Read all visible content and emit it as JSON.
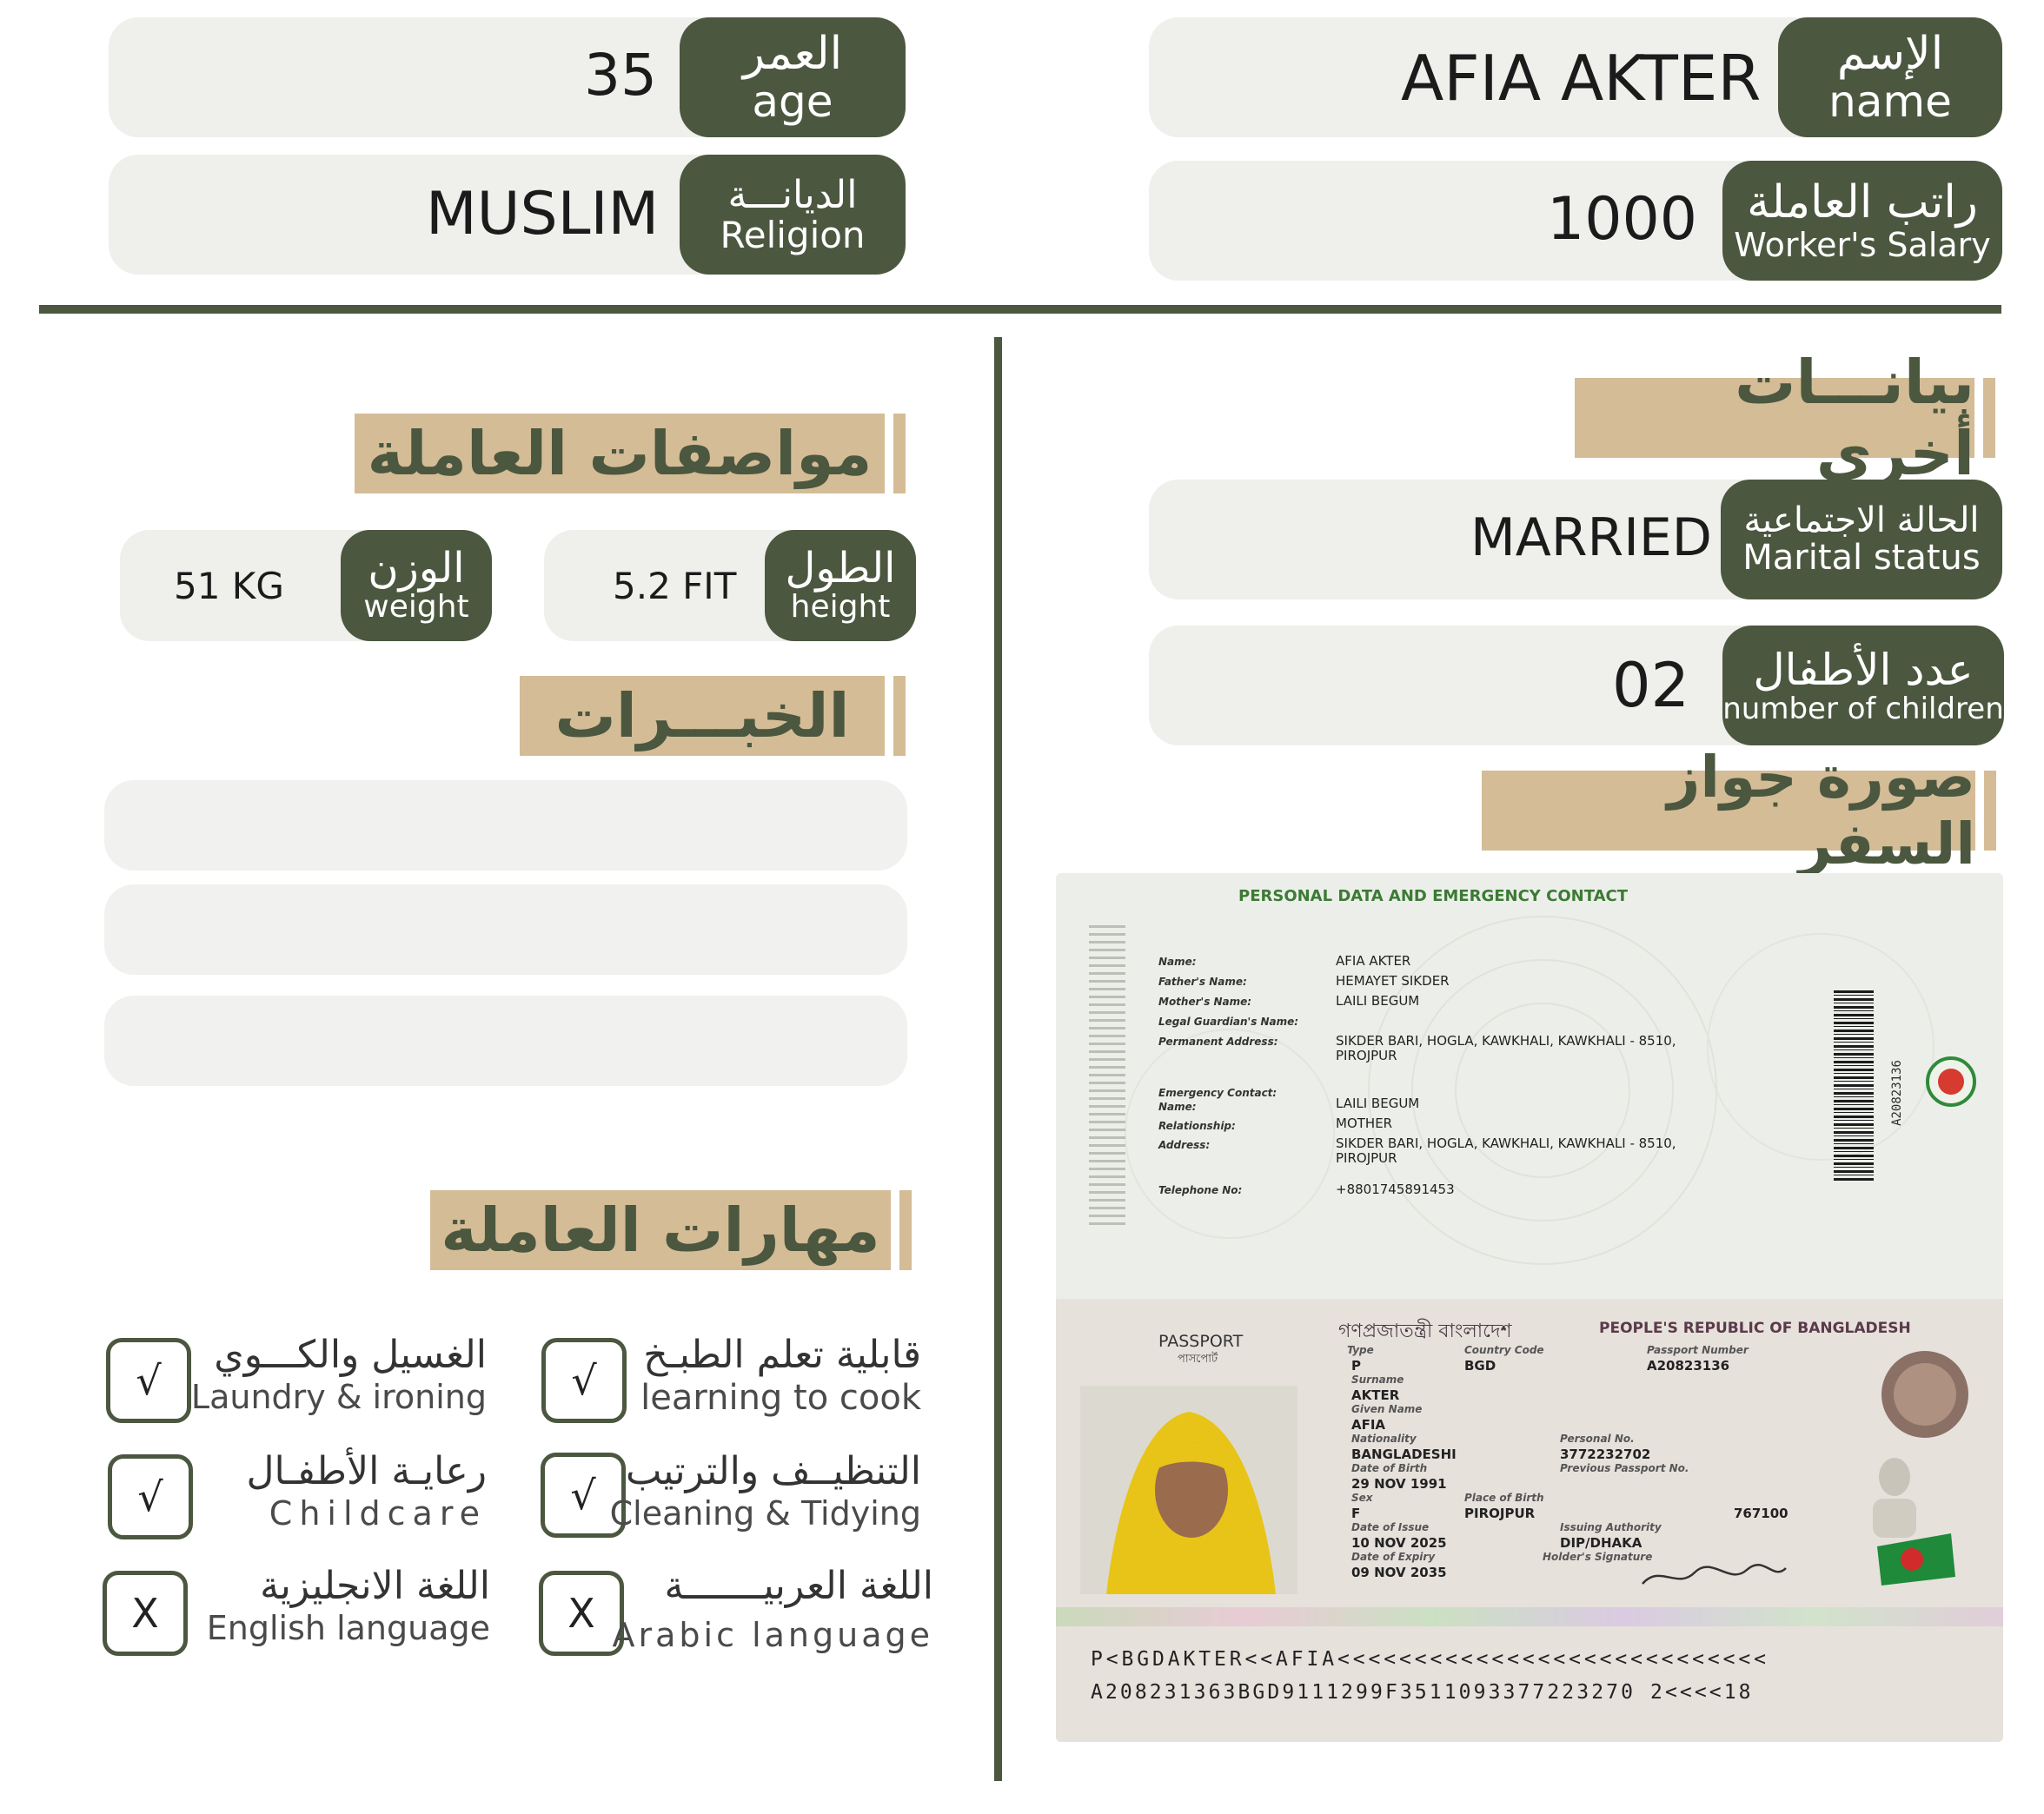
{
  "header": {
    "name": {
      "label_ar": "الإسم",
      "label_en": "name",
      "value": "AFIA AKTER"
    },
    "age": {
      "label_ar": "العمر",
      "label_en": "age",
      "value": "35"
    },
    "salary": {
      "label_ar": "راتب العاملة",
      "label_en": "Worker's Salary",
      "value": "1000"
    },
    "religion": {
      "label_ar": "الديانـــة",
      "label_en": "Religion",
      "value": "MUSLIM"
    }
  },
  "other_data": {
    "title": "بيانـــات أخرى",
    "marital": {
      "label_ar": "الحالة الاجتماعية",
      "label_en": "Marital status",
      "value": "MARRIED"
    },
    "children": {
      "label_ar": "عدد الأطفال",
      "label_en": "number of children",
      "value": "02"
    },
    "passport_title": "صورة جواز السفر"
  },
  "specs": {
    "title": "مواصفات العاملة",
    "height": {
      "label_ar": "الطول",
      "label_en": "height",
      "value": "5.2 FIT"
    },
    "weight": {
      "label_ar": "الوزن",
      "label_en": "weight",
      "value": "51 KG"
    }
  },
  "experience": {
    "title": "الخبـــرات"
  },
  "skills": {
    "title": "مهارات العاملة",
    "items": [
      {
        "ar": "قابلية تعلم الطبـخ",
        "en": "learning to cook",
        "mark": "√"
      },
      {
        "ar": "الغسيل والكـــوي",
        "en": "Laundry & ironing",
        "mark": "√"
      },
      {
        "ar": "التنظيــف والترتيب",
        "en": "Cleaning & Tidying",
        "mark": "√"
      },
      {
        "ar": "رعايـة الأطفـال",
        "en": "Childcare",
        "mark": "√"
      },
      {
        "ar": "اللغة العربيـــــــة",
        "en": "Arabic language",
        "mark": "X"
      },
      {
        "ar": "اللغة الانجليزية",
        "en": "English language",
        "mark": "X"
      }
    ]
  },
  "passport": {
    "emergency_title": "PERSONAL DATA AND EMERGENCY CONTACT",
    "labels": {
      "name": "Name:",
      "father": "Father's Name:",
      "mother": "Mother's Name:",
      "guardian": "Legal Guardian's Name:",
      "address": "Permanent Address:",
      "emergency": "Emergency Contact:",
      "ename": "Name:",
      "relationship": "Relationship:",
      "eaddress": "Address:",
      "phone": "Telephone No:"
    },
    "name": "AFIA AKTER",
    "father": "HEMAYET SIKDER",
    "mother": "LAILI BEGUM",
    "address_1": "SIKDER BARI, HOGLA, KAWKHALI, KAWKHALI - 8510,",
    "address_2": "PIROJPUR",
    "ename": "LAILI BEGUM",
    "relationship": "MOTHER",
    "phone": "+8801745891453",
    "barcode_number": "A20823136",
    "country_bn": "গণপ্রজাতন্ত্রী বাংলাদেশ",
    "country_en": "PEOPLE'S REPUBLIC OF BANGLADESH",
    "passport_word": "PASSPORT",
    "passport_word_bn": "পাসপোর্ট",
    "type_label": "Type",
    "type": "P",
    "code_label": "Country Code",
    "code": "BGD",
    "number_label": "Passport Number",
    "number": "A20823136",
    "surname_label": "Surname",
    "surname": "AKTER",
    "given_label": "Given Name",
    "given": "AFIA",
    "nationality_label": "Nationality",
    "nationality": "BANGLADESHI",
    "personal_no_label": "Personal No.",
    "personal_no": "3772232702",
    "dob_label": "Date of Birth",
    "dob": "29 NOV 1991",
    "prev_label": "Previous Passport No.",
    "sex_label": "Sex",
    "sex": "F",
    "pob_label": "Place of Birth",
    "pob": "PIROJPUR",
    "pob_code": "767100",
    "issue_label": "Date of Issue",
    "issue": "10 NOV 2025",
    "authority_label": "Issuing Authority",
    "authority": "DIP/DHAKA",
    "expiry_label": "Date of Expiry",
    "expiry": "09 NOV 2035",
    "signature_label": "Holder's Signature",
    "mrz_1": "P<BGDAKTER<<AFIA<<<<<<<<<<<<<<<<<<<<<<<<<<<<",
    "mrz_2": "A208231363BGD9111299F3511093377223270 2<<<<18"
  },
  "colors": {
    "accent": "#4b573f",
    "section_bg": "#d4bc96",
    "pill_bg": "#efefec"
  }
}
